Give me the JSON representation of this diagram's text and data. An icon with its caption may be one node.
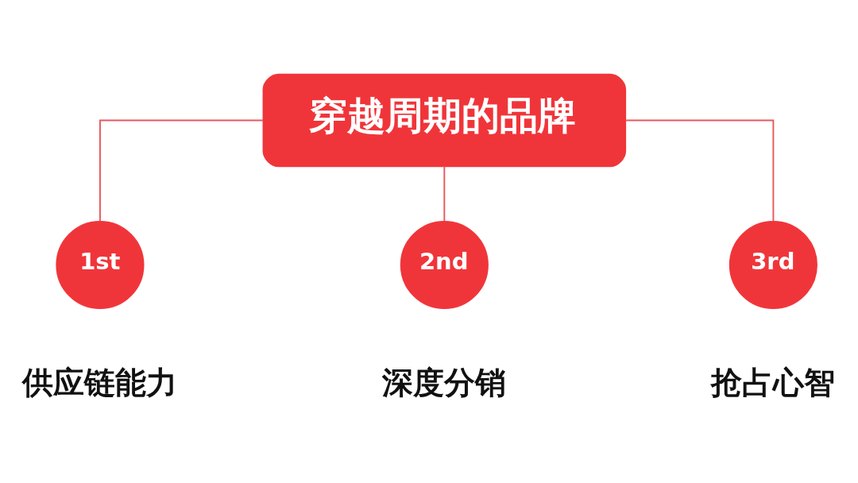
{
  "diagram": {
    "nodes": [
      {
        "text": [
          "穿越周期的品牌"
        ]
      },
      {
        "text": [
          "1st"
        ],
        "beside": [
          "供应链能力"
        ]
      },
      {
        "text": [
          "2nd"
        ],
        "beside": [
          "深度分销"
        ]
      },
      {
        "text": [
          "3rd"
        ],
        "beside": [
          "抢占心智"
        ]
      }
    ],
    "edges": [
      {
        "from": 0,
        "to": 1,
        "arrow": "none"
      },
      {
        "from": 0,
        "to": 2,
        "arrow": "none"
      },
      {
        "from": 0,
        "to": 3,
        "arrow": "none"
      }
    ]
  }
}
